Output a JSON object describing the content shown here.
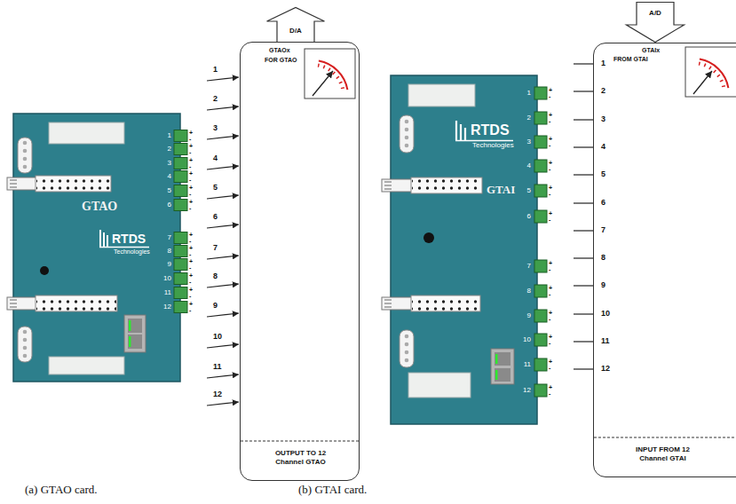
{
  "diagram": {
    "nodes": [
      {
        "text": [
          "GTAO",
          "RTDS",
          "Technologies"
        ]
      },
      {
        "text": [
          "D/A"
        ]
      },
      {
        "text": [
          "GTAOx",
          "FOR GTAO",
          "OUTPUT TO 12 Channel GTAO"
        ]
      },
      {
        "text": [
          "RTDS",
          "Technologies",
          "GTAI"
        ]
      },
      {
        "text": [
          "A/D"
        ]
      },
      {
        "text": [
          "GTAIx",
          "FROM GTAI",
          "INPUT FROM 12 Channel GTAI"
        ]
      }
    ],
    "labels": [
      "1",
      "2",
      "3",
      "4",
      "5",
      "6",
      "7",
      "8",
      "9",
      "10",
      "11",
      "12",
      "+",
      "-",
      "+",
      "-",
      "+",
      "-",
      "+",
      "-",
      "+",
      "-",
      "+",
      "-",
      "+",
      "-",
      "+",
      "-",
      "+",
      "-",
      "+",
      "-",
      "+",
      "-",
      "+",
      "-",
      "1",
      "2",
      "3",
      "4",
      "5",
      "6",
      "7",
      "8",
      "9",
      "10",
      "11",
      "12",
      "(a) GTAO card.",
      "1",
      "2",
      "3",
      "4",
      "5",
      "6",
      "7",
      "8",
      "9",
      "10",
      "11",
      "12",
      "+",
      "-",
      "+",
      "-",
      "+",
      "-",
      "+",
      "-",
      "+",
      "-",
      "+",
      "-",
      "+",
      "-",
      "+",
      "-",
      "+",
      "-",
      "+",
      "-",
      "+",
      "-",
      "+",
      "-",
      "1",
      "2",
      "3",
      "4",
      "5",
      "6",
      "7",
      "8",
      "9",
      "10",
      "11",
      "12",
      "(b) GTAI card."
    ]
  }
}
